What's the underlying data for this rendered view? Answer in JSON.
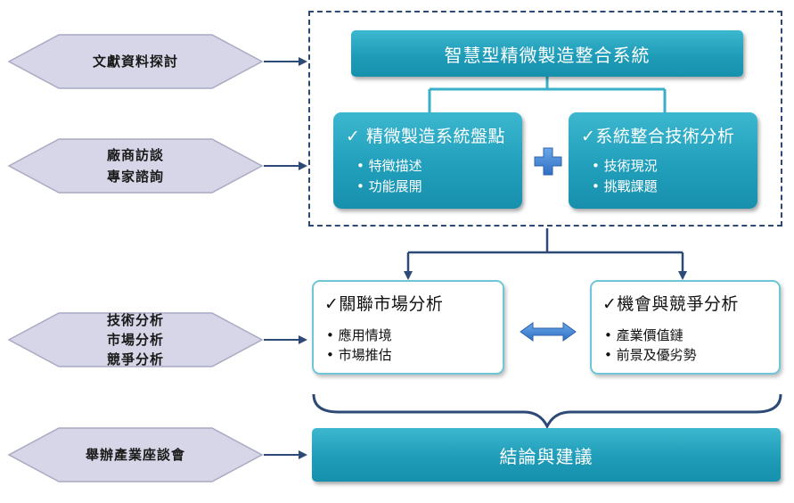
{
  "side_steps": [
    {
      "lines": [
        "文獻資料探討"
      ]
    },
    {
      "lines": [
        "廠商訪談",
        "專家諮詢"
      ]
    },
    {
      "lines": [
        "技術分析",
        "市場分析",
        "競爭分析"
      ]
    },
    {
      "lines": [
        "舉辦產業座談會"
      ]
    }
  ],
  "top_bar": {
    "label": "智慧型精微製造整合系統"
  },
  "left_card": {
    "title": "✓ 精微製造系統盤點",
    "items": [
      "• 特徵描述",
      "• 功能展開"
    ]
  },
  "right_card": {
    "title": "✓系統整合技術分析",
    "items": [
      "• 技術現況",
      "• 挑戰課題"
    ]
  },
  "plus_icon": "plus-icon",
  "market_card": {
    "title": "✓關聯市場分析",
    "items": [
      "• 應用情境",
      "• 市場推估"
    ]
  },
  "competition_card": {
    "title": "✓機會與競爭分析",
    "items": [
      "• 產業價值鏈",
      "• 前景及優劣勢"
    ]
  },
  "bottom_bar": {
    "label": "結論與建議"
  },
  "colors": {
    "teal": "#1f9cb8",
    "navy": "#2d4a77",
    "diamond": "#d6d6e8",
    "light_teal": "#6ec6d6",
    "arrow_blue": "#3a7fd0"
  }
}
